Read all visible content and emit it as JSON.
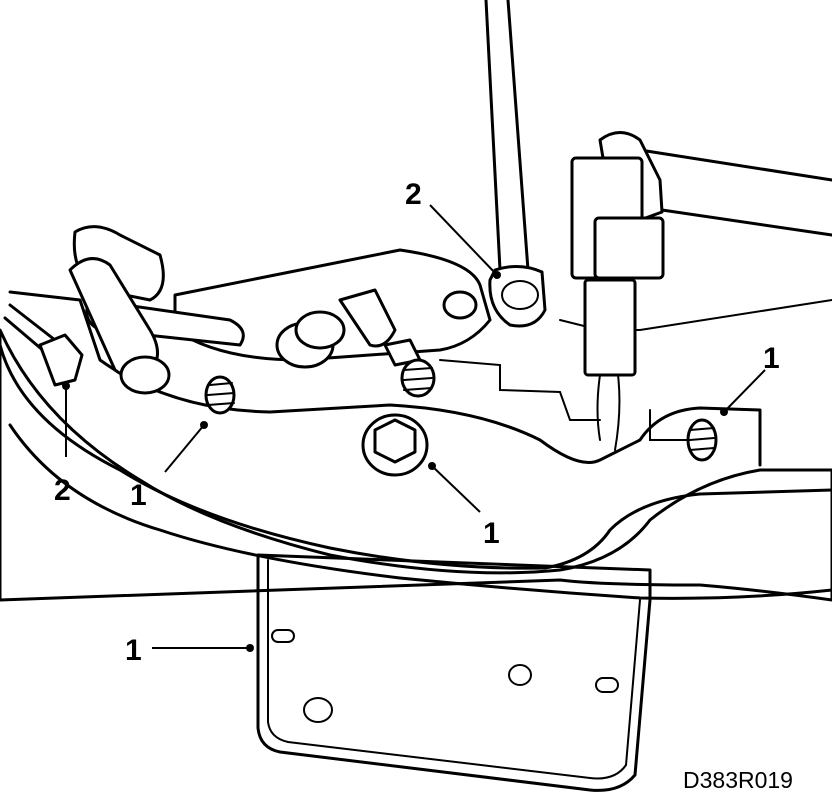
{
  "reference_code": "D383R019",
  "callouts": [
    {
      "key": "nut_left",
      "label": "1"
    },
    {
      "key": "bolt_center",
      "label": "1"
    },
    {
      "key": "nut_right",
      "label": "1"
    },
    {
      "key": "bracket",
      "label": "1"
    },
    {
      "key": "clip_upper",
      "label": "2"
    },
    {
      "key": "clip_left",
      "label": "2"
    }
  ]
}
